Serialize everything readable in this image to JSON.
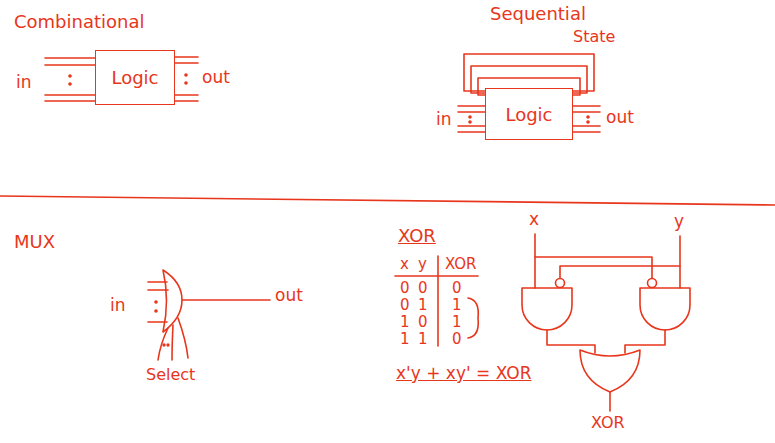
{
  "diagram": {
    "nodes": [
      {
        "text": [
          "Logic"
        ]
      },
      {
        "text": [
          "Logic"
        ]
      }
    ],
    "labels": [
      "Combinational",
      "in",
      "out",
      "Sequential",
      "State",
      "in",
      "out",
      "MUX",
      "in",
      "out",
      "Select",
      "XOR",
      "x",
      "y",
      "XOR",
      "0",
      "0",
      "0",
      "0",
      "1",
      "1",
      "1",
      "0",
      "1",
      "1",
      "1",
      "0",
      "x'y + xy' = XOR",
      "x",
      "y",
      "XOR"
    ]
  }
}
